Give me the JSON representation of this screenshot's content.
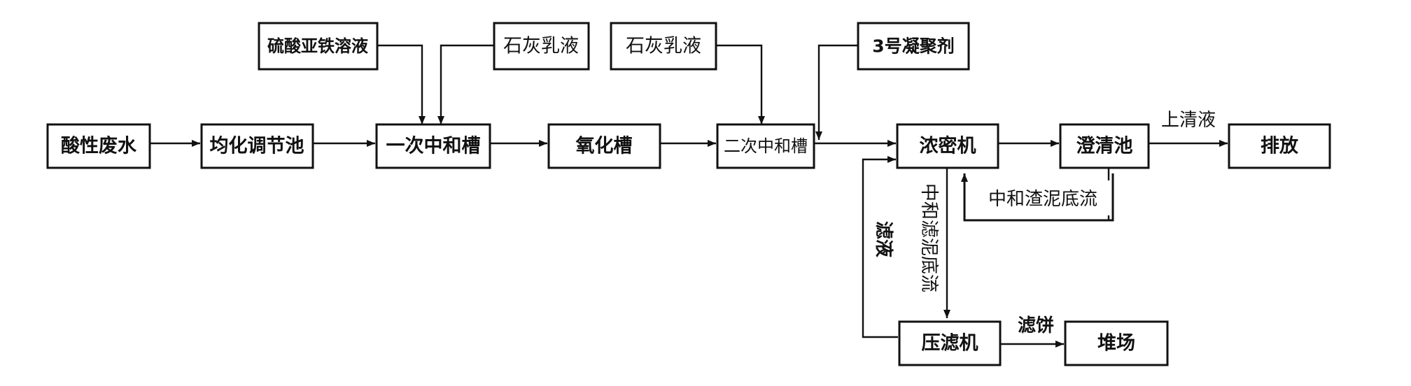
{
  "colors": {
    "line": "#111111",
    "box_fill": "#ffffff",
    "background": "#ffffff"
  },
  "nodes": {
    "acid_wastewater": "酸性废水",
    "equalization_tank": "均化调节池",
    "first_neutralization_tank": "一次中和槽",
    "oxidation_tank": "氧化槽",
    "second_neutralization_tank": "二次中和槽",
    "thickener": "浓密机",
    "clarifier": "澄清池",
    "discharge": "排放",
    "filter_press": "压滤机",
    "stockyard": "堆场",
    "ferrous_sulfate_solution": "硫酸亚铁溶液",
    "lime_milk_1": "石灰乳液",
    "lime_milk_2": "石灰乳液",
    "flocculant_no3": "3号凝聚剂",
    "neutralization_sludge_underflow": "中和渣泥底流"
  },
  "edge_labels": {
    "supernatant": "上清液",
    "filter_cake": "滤饼",
    "filtrate": "滤液",
    "filter_sludge_underflow": "中和滤泥底流"
  }
}
